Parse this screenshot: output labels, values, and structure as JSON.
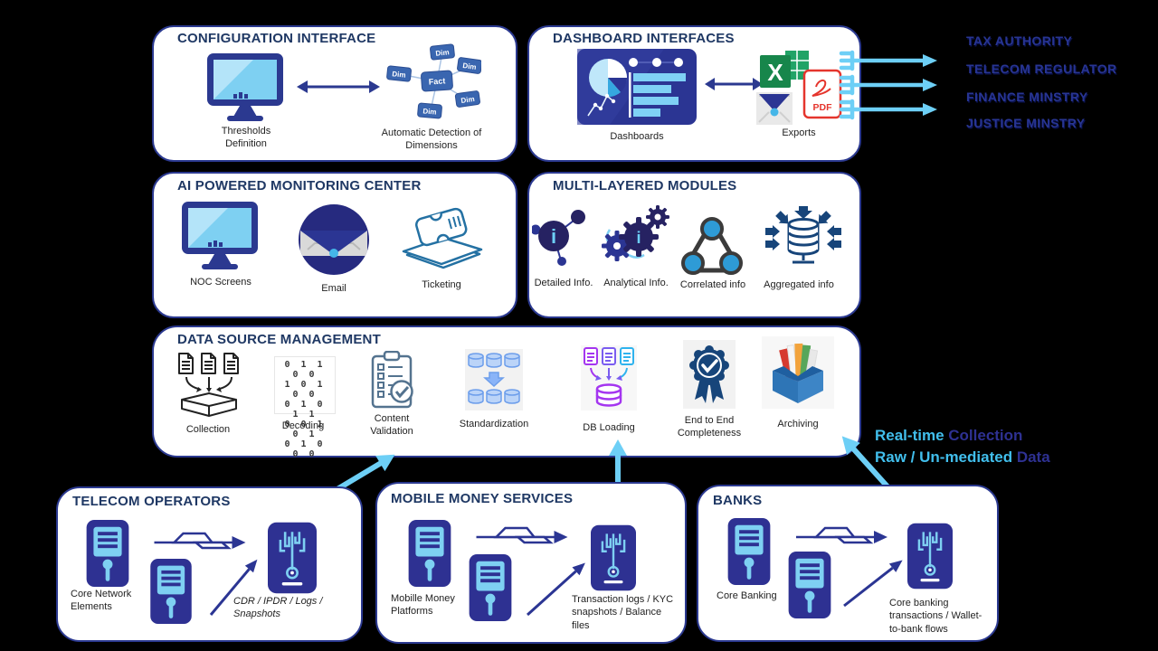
{
  "colors": {
    "navy": "#2B3990",
    "dark_navy": "#262262",
    "title_navy": "#1F3864",
    "light_blue": "#6DCFF6",
    "sky": "#7ED0F2",
    "teal": "#2E9BD6",
    "annotation_blue": "#41BEEC"
  },
  "configuration_interface": {
    "title": "CONFIGURATION INTERFACE",
    "monitor_label": "Thresholds Definition",
    "schema_label": "Automatic Detection of Dimensions",
    "schema": {
      "fact": "Fact",
      "dim": "Dim"
    }
  },
  "dashboard_interfaces": {
    "title": "DASHBOARD INTERFACES",
    "dashboards_label": "Dashboards",
    "exports_label": "Exports",
    "excel_letter": "X",
    "pdf_label": "PDF"
  },
  "recipients": {
    "items": [
      "TAX AUTHORITY",
      "TELECOM REGULATOR",
      "FINANCE MINSTRY",
      "JUSTICE MINSTRY"
    ]
  },
  "ai_monitoring_center": {
    "title": "AI POWERED MONITORING CENTER",
    "items": [
      {
        "label": "NOC Screens"
      },
      {
        "label": "Email"
      },
      {
        "label": "Ticketing"
      }
    ]
  },
  "multi_layered_modules": {
    "title": "MULTI-LAYERED MODULES",
    "info_glyph": "i",
    "items": [
      {
        "label": "Detailed Info."
      },
      {
        "label": "Analytical Info."
      },
      {
        "label": "Correlated info"
      },
      {
        "label": "Aggregated info"
      }
    ]
  },
  "data_source_management": {
    "title": "DATA SOURCE MANAGEMENT",
    "items": [
      {
        "label": "Collection"
      },
      {
        "label": "Decoding"
      },
      {
        "label": "Content Validation"
      },
      {
        "label": "Standardization"
      },
      {
        "label": "DB Loading"
      },
      {
        "label": "End to End Completeness"
      },
      {
        "label": "Archiving"
      }
    ],
    "decoding_rows": [
      "0 1 1 0 0",
      "1 0 1 0 0",
      "0 1 0 1 1",
      "0 0 1 0 1",
      "0 1 0 0 0"
    ]
  },
  "telecom_operators": {
    "title": "TELECOM OPERATORS",
    "source_label": "Core Network Elements",
    "feed_label": "CDR / IPDR / Logs / Snapshots"
  },
  "mobile_money_services": {
    "title": "MOBILE MONEY SERVICES",
    "source_label": "Mobille Money Platforms",
    "feed_label": "Transaction logs / KYC snapshots / Balance files"
  },
  "banks": {
    "title": "BANKS",
    "source_label": "Core Banking",
    "feed_label": "Core banking transactions / Wallet-to-bank flows"
  },
  "annotation": {
    "line1_highlight": "Real-time",
    "line1_rest": " Collection",
    "line2_highlight": "Raw / Un-mediated",
    "line2_rest": " Data"
  }
}
